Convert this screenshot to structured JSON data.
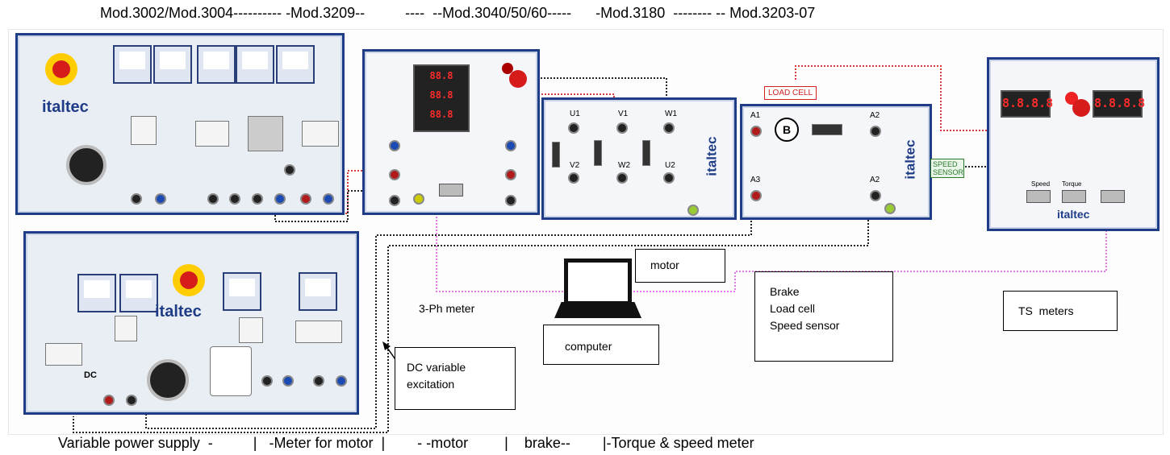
{
  "header": "Mod.3002/Mod.3004---------- -Mod.3209--          ----  --Mod.3040/50/60-----      -Mod.3180  -------- -- Mod.3203-07",
  "footer": "Variable power supply  -          |   -Meter for motor  |        - -motor         |    brake--        |-Torque & speed meter",
  "brand": "italtec",
  "brand_vertical": "italtec",
  "labels": {
    "load_cell": "LOAD CELL",
    "speed_sensor": "SPEED SENSOR",
    "three_ph_meter": "3-Ph meter"
  },
  "boxes": {
    "motor": "motor",
    "brake": "Brake\nLoad cell\nSpeed sensor",
    "ts_meters": "TS  meters",
    "computer": "computer",
    "dc_excitation": "DC variable\nexcitation"
  },
  "motor_terminals": [
    "U1",
    "V1",
    "W1",
    "V2",
    "W2",
    "U2"
  ],
  "brake_terminals": [
    "A1",
    "A2",
    "A3",
    "A2"
  ],
  "brake_symbol": "B",
  "ts_displays": [
    "8.8.8.8",
    "8.8.8.8"
  ],
  "ts_labels": [
    "Speed",
    "Torque"
  ],
  "psu_label": "DC",
  "colors": {
    "panel_border": "#1f3c86",
    "wire_red": "#d63b3b",
    "wire_black": "#222222",
    "wire_blue": "#2a4fd0",
    "wire_pink": "#e07be0"
  }
}
